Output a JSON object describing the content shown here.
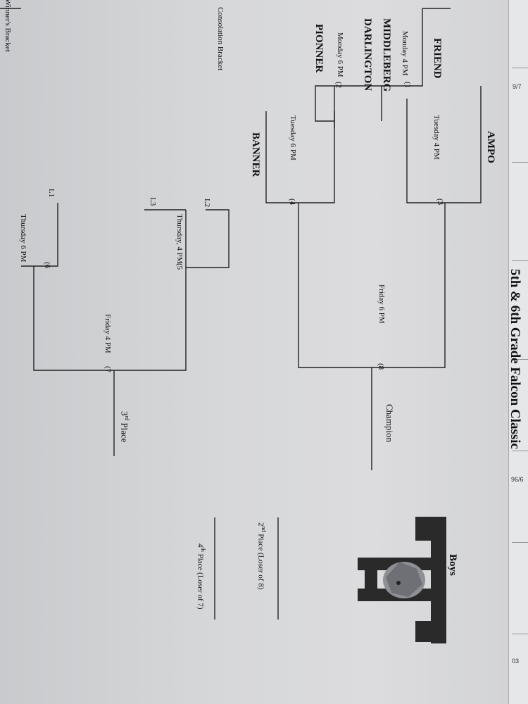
{
  "header": {
    "tournament_title": "5th & 6th Grade Falcon Classic",
    "division": "Boys",
    "winners_bracket_label": "Winner's Bracket",
    "consolation_bracket_label": "Consolation Bracket"
  },
  "teams": {
    "friend": "FRIEND",
    "middleberg": "MIDDLEBERG",
    "darlington": "DARLINGTON",
    "pionner": "PIONNER",
    "ampo": "AMPO",
    "banner": "BANNER"
  },
  "games": {
    "g1_time": "Monday 4 PM",
    "g2_time": "Monday 6 PM",
    "g3_time": "Tuesday 4 PM",
    "g4_time": "Tuesday 6 PM",
    "g5_time": "Thursday, 4 PM",
    "g6_time": "Thursday 6 PM",
    "g7_time": "Friday 4 PM",
    "g8_time": "Friday 6 PM",
    "g1_num": "(1",
    "g2_num": "(2",
    "g3_num": "(3",
    "g4_num": "(4",
    "g5_num": "(5",
    "g6_num": "(6",
    "g7_num": "(7",
    "g8_num": "(8"
  },
  "consolation": {
    "l1": "L1",
    "l2": "L2",
    "l3": "L3"
  },
  "results": {
    "champion": "Champion",
    "third_place_num": "3",
    "third_place_sup": "rd",
    "third_place_word": "Place",
    "second_place_num": "2",
    "second_place_sup": "nd",
    "second_place_rest": "Place (Loser of 8)",
    "fourth_place_num": "4",
    "fourth_place_sup": "th",
    "fourth_place_rest": "Place (Loser of 7)"
  },
  "logo_text": "TF",
  "margin_notes": {
    "note_a": "9/7",
    "note_b": "96/6",
    "note_c": "03"
  }
}
